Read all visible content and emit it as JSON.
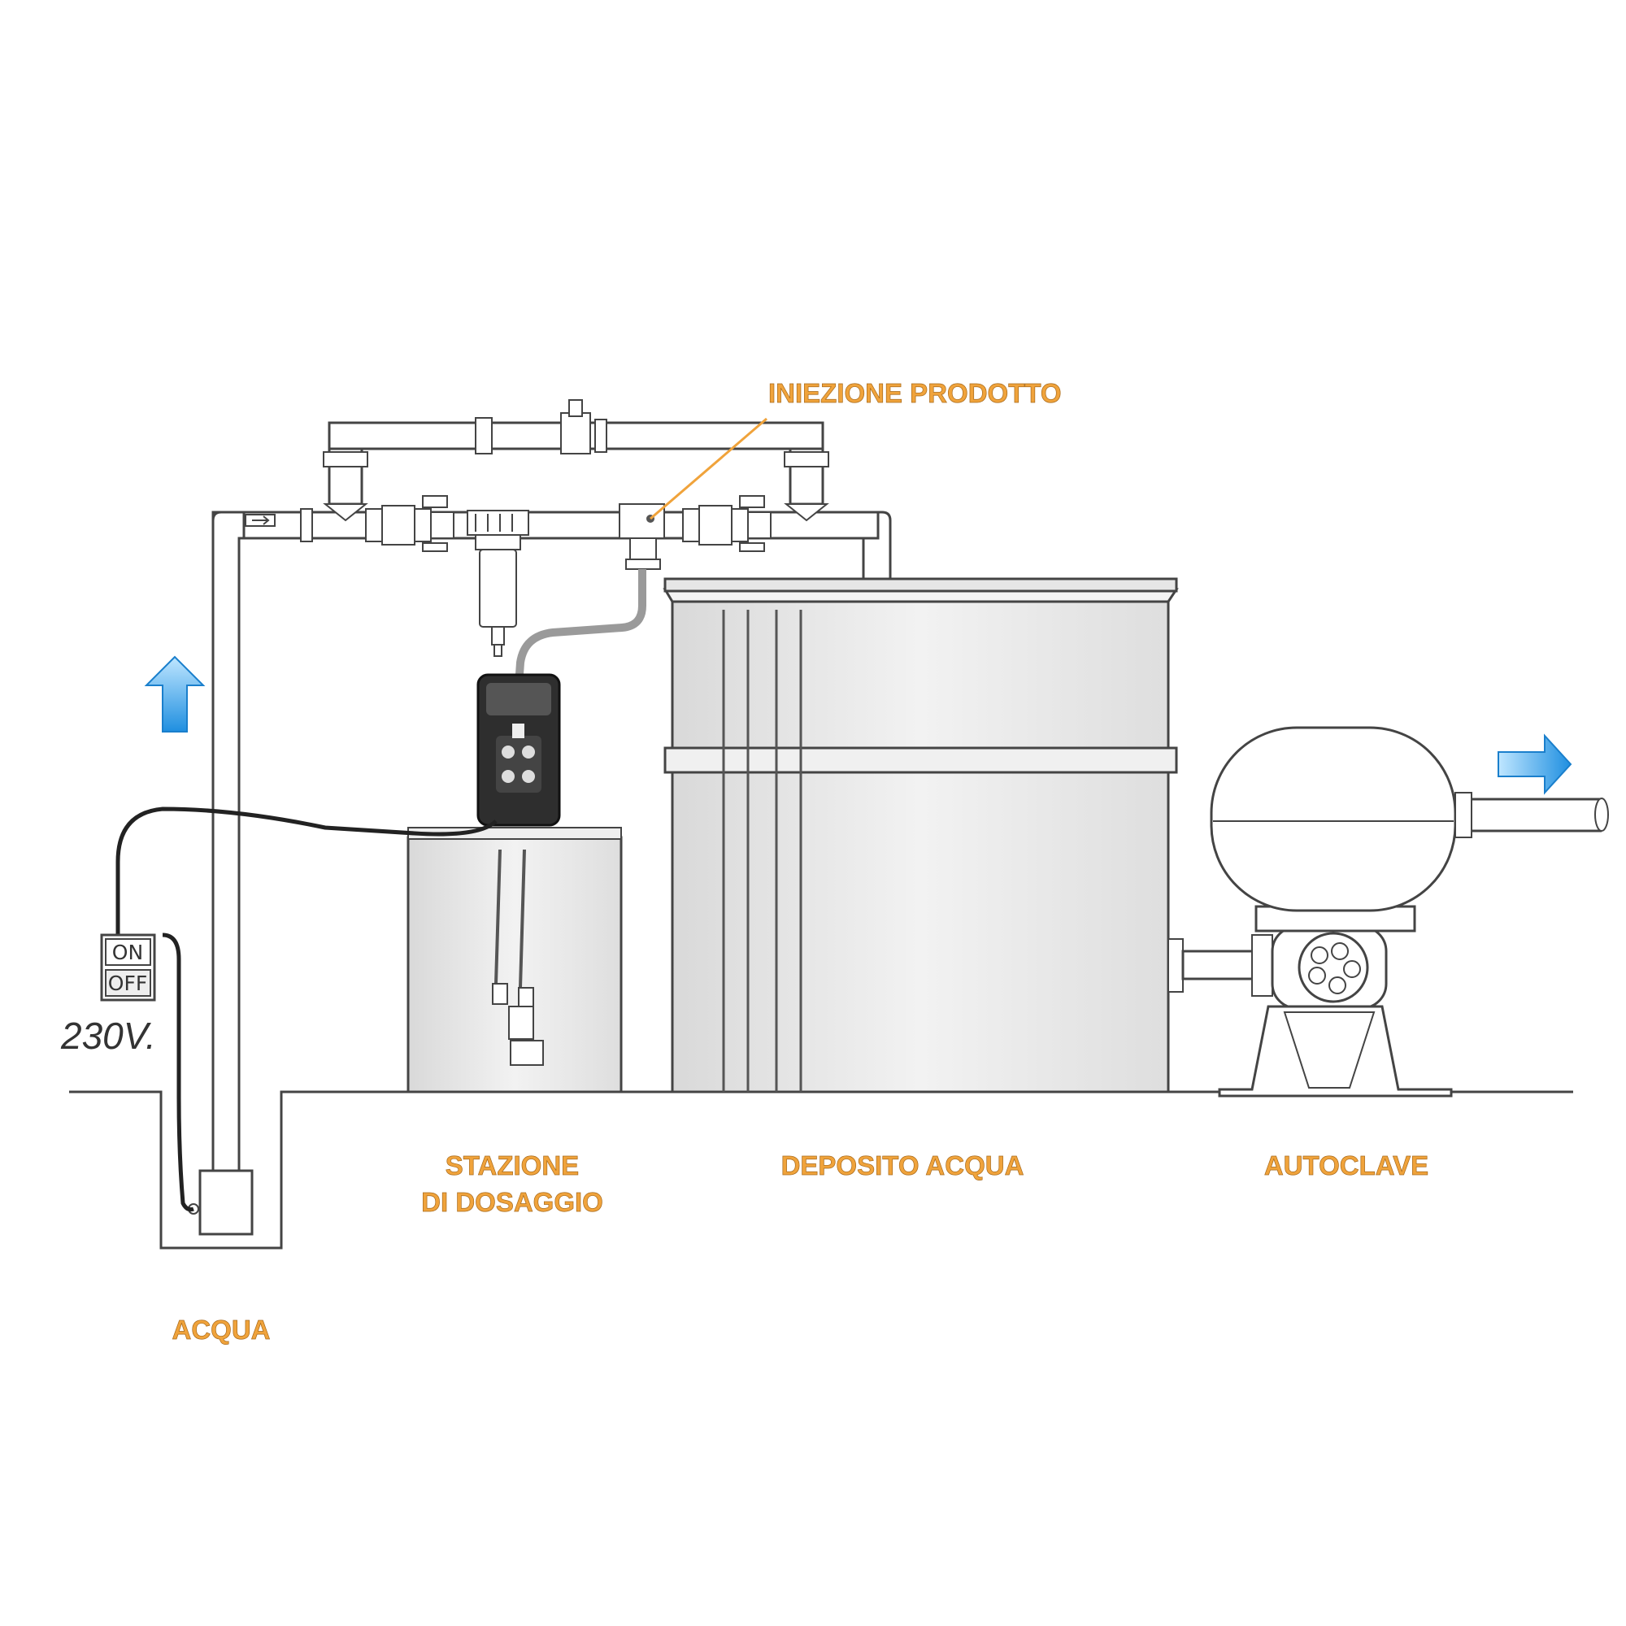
{
  "labels": {
    "injection": "INIEZIONE PRODOTTO",
    "dosing_line1": "STAZIONE",
    "dosing_line2": "DI DOSAGGIO",
    "tank": "DEPOSITO ACQUA",
    "autoclave": "AUTOCLAVE",
    "water": "ACQUA"
  },
  "switch": {
    "on": "ON",
    "off": "OFF",
    "voltage": "230V."
  },
  "colors": {
    "label": "#f0a33b",
    "label_outline": "#a86a1c",
    "flow_arrow": "#2b9be6",
    "tank_fill": "#e9e9e9",
    "cable": "#222222"
  },
  "icons": {
    "flow_up": "arrow-up-icon",
    "flow_right": "arrow-right-icon"
  }
}
